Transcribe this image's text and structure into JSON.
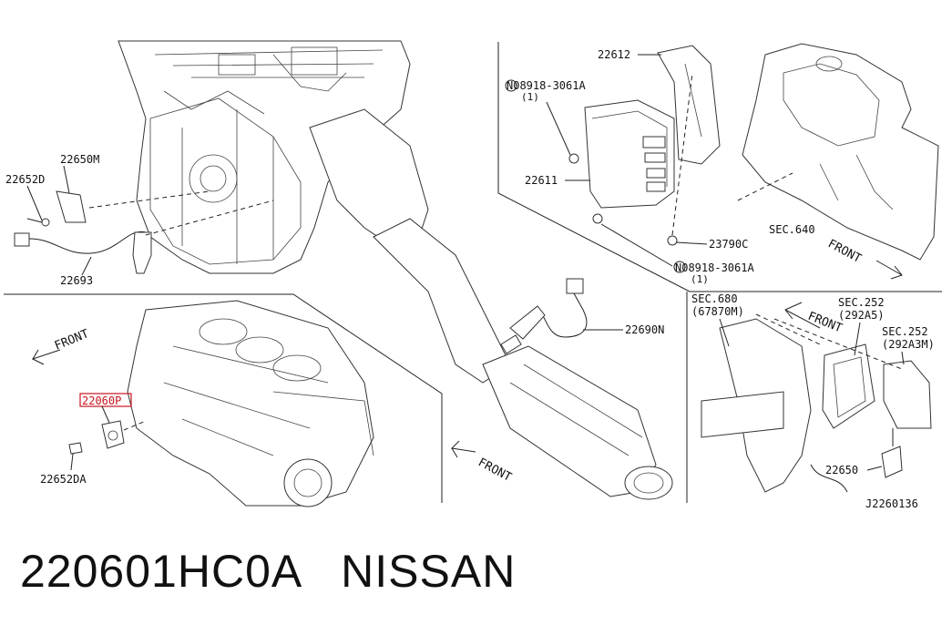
{
  "diagram": {
    "labels": {
      "l_22650M": "22650M",
      "l_22652D": "22652D",
      "l_22693": "22693",
      "l_22612": "22612",
      "l_08918a": "N08918-3061A",
      "l_08918a_qty": "(1)",
      "l_22611": "22611",
      "l_23790C": "23790C",
      "l_08918b": "N08918-3061A",
      "l_08918b_qty": "(1)",
      "l_sec640": "SEC.640",
      "l_front_tr": "FRONT",
      "l_sec680": "SEC.680",
      "l_sec680_sub": "(67870M)",
      "l_front_mr": "FRONT",
      "l_sec252a": "SEC.252",
      "l_sec252a_sub": "(292A5)",
      "l_sec252b": "SEC.252",
      "l_sec252b_sub": "(292A3M)",
      "l_22650": "22650",
      "l_22690N": "22690N",
      "l_front_ml": "FRONT",
      "l_22060P": "22060P",
      "l_22652DA": "22652DA",
      "l_front_bc": "FRONT",
      "l_code": "J2260136"
    },
    "highlight_color": "#c8141e"
  },
  "part": {
    "number": "220601HC0A",
    "brand": "NISSAN"
  }
}
